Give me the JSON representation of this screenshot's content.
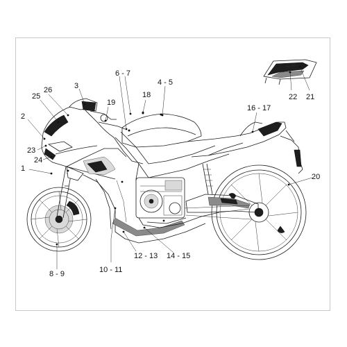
{
  "callouts": [
    {
      "id": "c1",
      "text": "1"
    },
    {
      "id": "c2",
      "text": "2"
    },
    {
      "id": "c3",
      "text": "3"
    },
    {
      "id": "c4-5",
      "text": "4 - 5"
    },
    {
      "id": "c6-7",
      "text": "6 - 7"
    },
    {
      "id": "c8-9",
      "text": "8 - 9"
    },
    {
      "id": "c10-11",
      "text": "10 - 11"
    },
    {
      "id": "c12-13",
      "text": "12 - 13"
    },
    {
      "id": "c14-15",
      "text": "14 - 15"
    },
    {
      "id": "c16-17",
      "text": "16 - 17"
    },
    {
      "id": "c18",
      "text": "18"
    },
    {
      "id": "c19",
      "text": "19"
    },
    {
      "id": "c20",
      "text": "20"
    },
    {
      "id": "c21",
      "text": "21"
    },
    {
      "id": "c22",
      "text": "22"
    },
    {
      "id": "c23",
      "text": "23"
    },
    {
      "id": "c24",
      "text": "24"
    },
    {
      "id": "c25",
      "text": "25"
    },
    {
      "id": "c26",
      "text": "26"
    }
  ],
  "colors": {
    "line": "#1a1a1a",
    "decal_dark": "#1e1e1e",
    "decal_gray": "#8a8a8a",
    "frame": "#c8c8c8"
  }
}
